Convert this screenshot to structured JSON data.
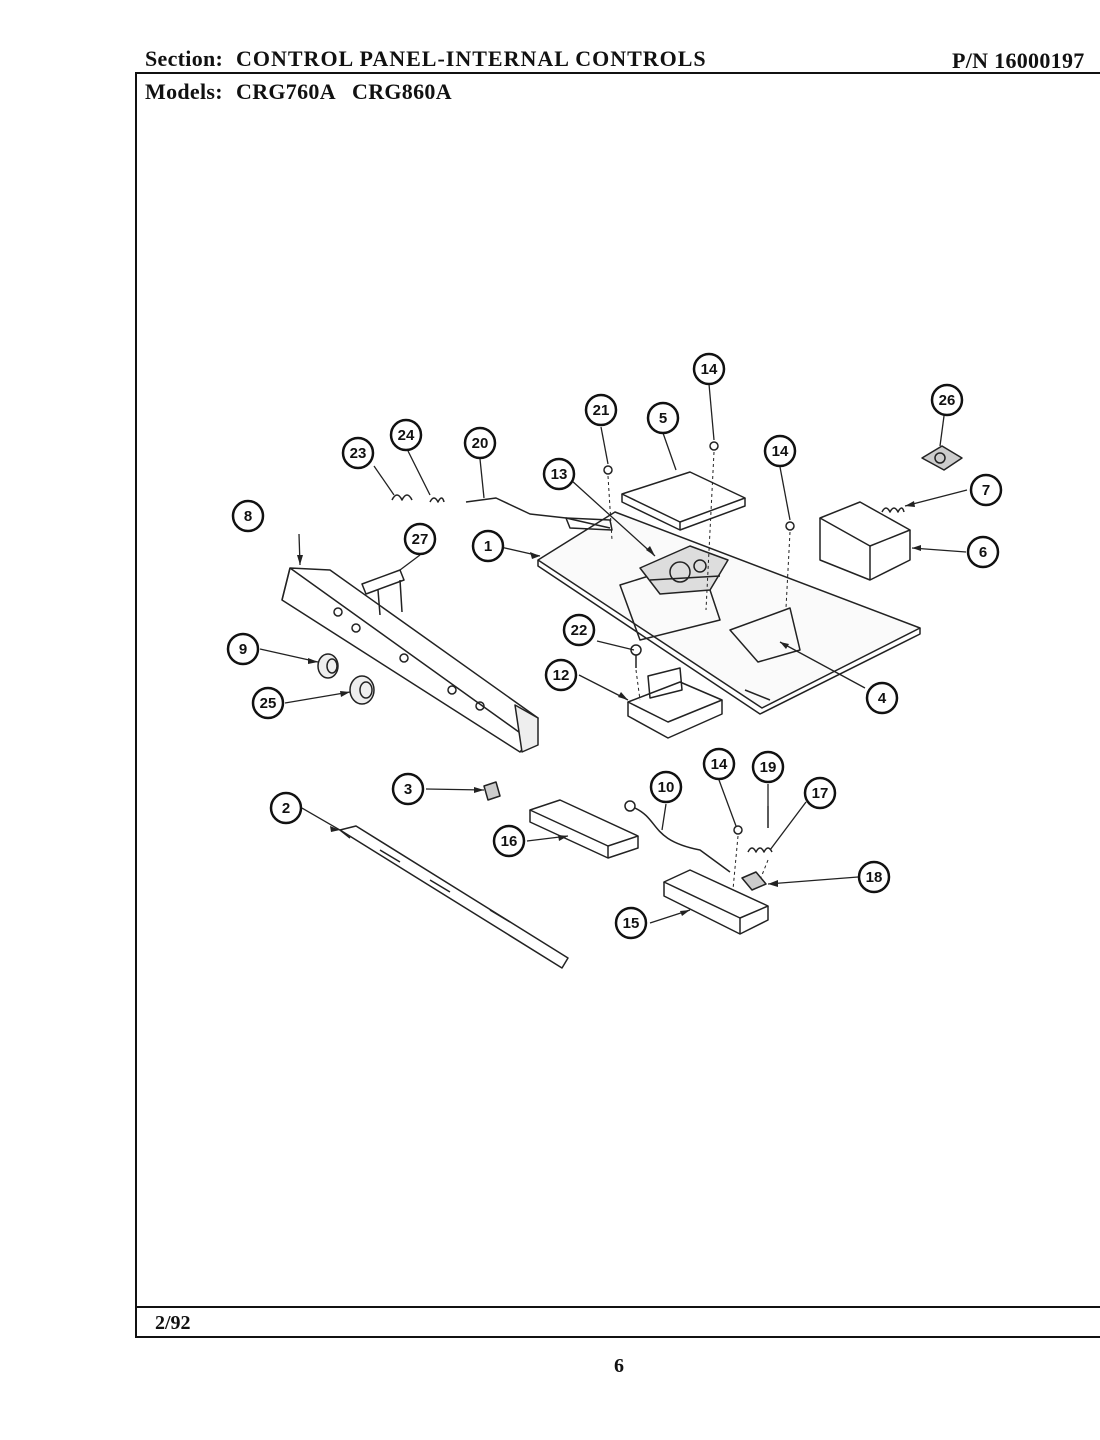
{
  "header": {
    "section_label": "Section:",
    "section_name": "CONTROL PANEL-INTERNAL CONTROLS",
    "part_number": "P/N 16000197",
    "models_label": "Models:",
    "models": [
      "CRG760A",
      "CRG860A"
    ]
  },
  "footer": {
    "date": "2/92",
    "page": "6"
  },
  "callouts": [
    "1",
    "2",
    "3",
    "4",
    "5",
    "6",
    "7",
    "8",
    "9",
    "10",
    "12",
    "13",
    "14",
    "14",
    "14",
    "15",
    "16",
    "17",
    "18",
    "19",
    "20",
    "21",
    "22",
    "23",
    "24",
    "25",
    "26",
    "27"
  ]
}
